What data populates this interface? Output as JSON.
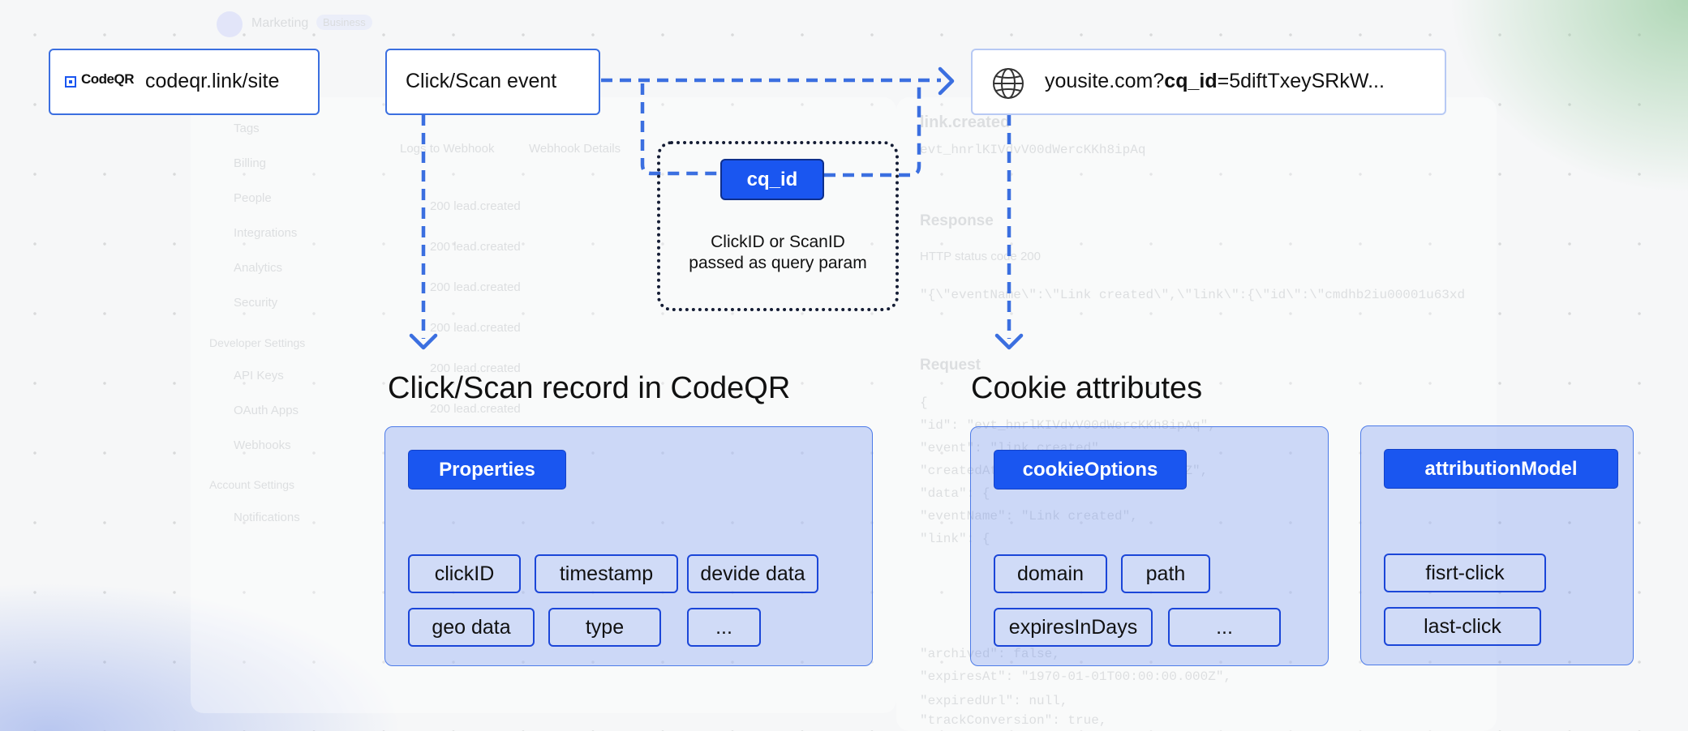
{
  "colors": {
    "accent": "#1a56f0",
    "arrow": "#3b6fe0",
    "panel": "#8aa6f0"
  },
  "source": {
    "brand": "CodeQR",
    "url": "codeqr.link/site"
  },
  "event": {
    "label": "Click/Scan event"
  },
  "destination": {
    "prefix": "yousite.com?",
    "param": "cq_id",
    "value": "=5diftTxeySRkW..."
  },
  "param_note": {
    "label": "cq_id",
    "caption_line1": "ClickID or ScanID",
    "caption_line2": "passed as query param"
  },
  "record": {
    "title": "Click/Scan record in CodeQR",
    "header": "Properties",
    "items": [
      "clickID",
      "timestamp",
      "devide data",
      "geo data",
      "type",
      "..."
    ]
  },
  "cookie": {
    "title": "Cookie attributes",
    "header": "cookieOptions",
    "items": [
      "domain",
      "path",
      "expiresInDays",
      "..."
    ]
  },
  "attribution": {
    "header": "attributionModel",
    "items": [
      "fisrt-click",
      "last-click"
    ]
  },
  "background": {
    "workspace": "Marketing",
    "plan": "Business",
    "menu": [
      "Tags",
      "Billing",
      "People",
      "Integrations",
      "Analytics",
      "Security"
    ],
    "dev_heading": "Developer Settings",
    "dev_menu": [
      "API Keys",
      "OAuth Apps",
      "Webhooks"
    ],
    "account_heading": "Account Settings",
    "account_menu": [
      "Notifications"
    ],
    "tabs": [
      "Logs to Webhook",
      "Webhook Details"
    ],
    "logs": [
      "200  lead.created",
      "200  lead.created",
      "200  lead.created",
      "200  lead.created",
      "200  lead.created",
      "200  lead.created"
    ],
    "event_title": "link.created",
    "event_id": "evt_hnrlKIVdvV00dWercKKh8ipAq",
    "response_heading": "Response",
    "http_status": "HTTP status code      200",
    "response_body": "\"{\\\"eventName\\\":\\\"Link created\\\",\\\"link\\\":{\\\"id\\\":\\\"cmdhb2iu00001u63xd",
    "request_heading": "Request",
    "request_lines": [
      "{",
      "  \"id\": \"evt_hnrlKIVdvV00dWercKKh8ipAq\",",
      "  \"event\": \"link.created\",",
      "  \"createdAt\": \"2025-07-27T12:18.863Z\",",
      "  \"data\": {",
      "    \"eventName\": \"Link created\",",
      "    \"link\": {",
      "      \"archived\": false,",
      "      \"expiresAt\": \"1970-01-01T00:00:00.000Z\",",
      "      \"expiredUrl\": null,",
      "      \"trackConversion\": true,"
    ]
  }
}
